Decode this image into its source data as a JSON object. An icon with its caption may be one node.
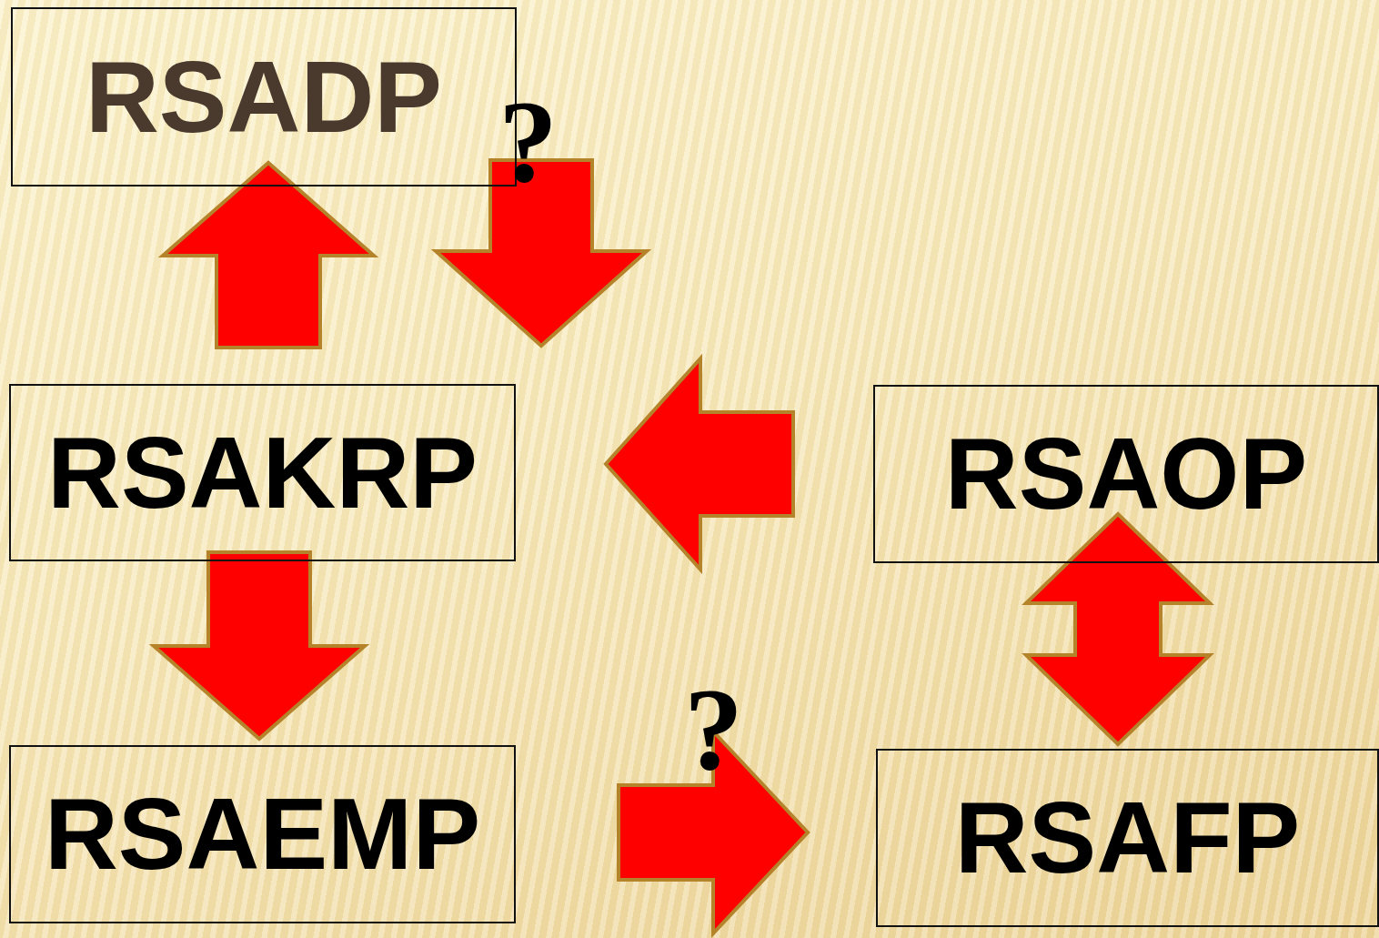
{
  "diagram": {
    "nodes": [
      {
        "text": [
          "RSADP"
        ]
      },
      {
        "text": [
          "RSAKRP"
        ]
      },
      {
        "text": [
          "RSAOP"
        ]
      },
      {
        "text": [
          "RSAEMP"
        ]
      },
      {
        "text": [
          "RSAFP"
        ]
      }
    ],
    "edges": [
      {
        "from": 1,
        "to": 0,
        "arrow": "to"
      },
      {
        "from": 0,
        "to": 1,
        "arrow": "to",
        "label": "?"
      },
      {
        "from": 2,
        "to": 1,
        "arrow": "to"
      },
      {
        "from": 1,
        "to": 3,
        "arrow": "to"
      },
      {
        "from": 3,
        "to": 4,
        "arrow": "to",
        "label": "?"
      },
      {
        "from": 2,
        "to": 4,
        "arrow": "both"
      }
    ]
  }
}
